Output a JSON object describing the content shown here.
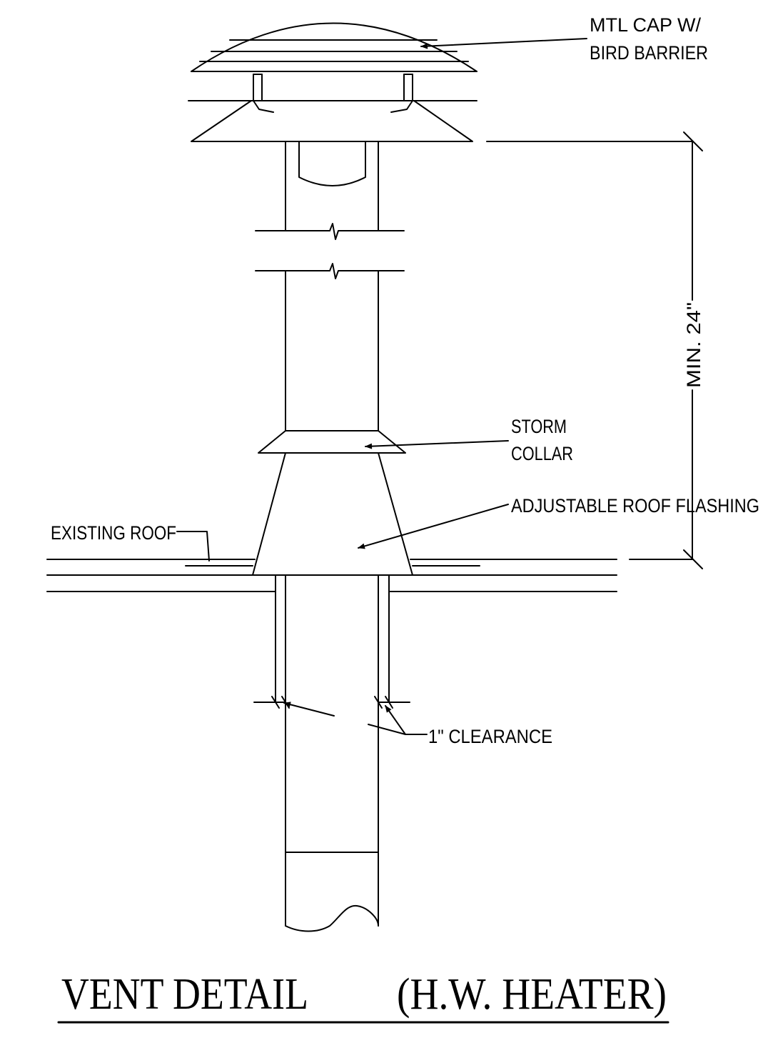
{
  "labels": {
    "cap_line1": "MTL CAP W/",
    "cap_line2": "BIRD BARRIER",
    "storm_line1": "STORM",
    "storm_line2": "COLLAR",
    "flashing": "ADJUSTABLE ROOF FLASHING",
    "existing_roof": "EXISTING ROOF",
    "dimension": "MIN. 24\"",
    "clearance": "1\" CLEARANCE"
  },
  "title": {
    "left": "VENT DETAIL",
    "right": "(H.W. HEATER)"
  }
}
